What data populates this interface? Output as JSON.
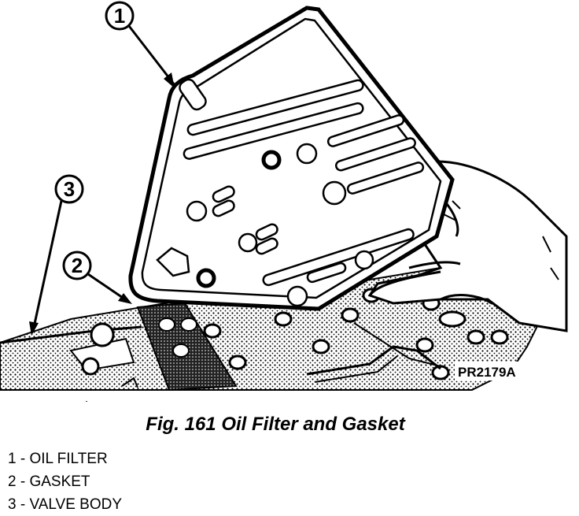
{
  "figure": {
    "reference_code": "PR2179A",
    "caption": "Fig. 161 Oil Filter and Gasket"
  },
  "callouts": [
    {
      "number": "1"
    },
    {
      "number": "2"
    },
    {
      "number": "3"
    }
  ],
  "legend": [
    {
      "text": "1 - OIL FILTER"
    },
    {
      "text": "2 - GASKET"
    },
    {
      "text": "3 - VALVE BODY"
    }
  ]
}
